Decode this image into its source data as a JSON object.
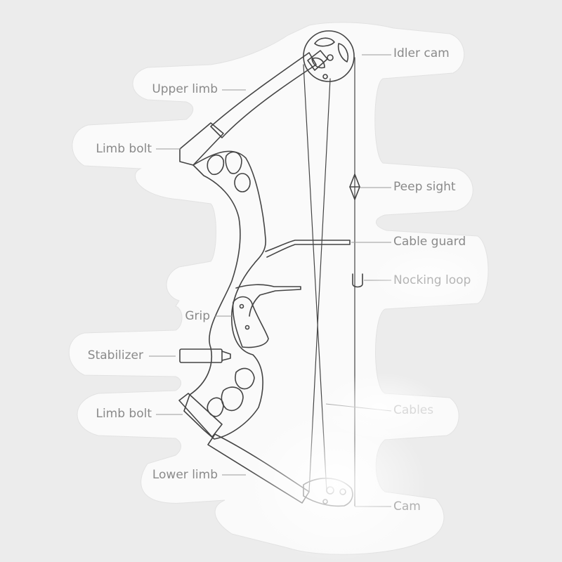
{
  "labels": {
    "idler_cam": "Idler cam",
    "upper_limb": "Upper limb",
    "limb_bolt_top": "Limb bolt",
    "peep_sight": "Peep sight",
    "cable_guard": "Cable guard",
    "nocking_loop": "Nocking loop",
    "grip": "Grip",
    "stabilizer": "Stabilizer",
    "limb_bolt_bottom": "Limb bolt",
    "cables": "Cables",
    "lower_limb": "Lower limb",
    "cam": "Cam"
  },
  "colors": {
    "background": "#ececec",
    "sticker": "#fafafa",
    "line": "#444444",
    "leader": "#9a9a9a",
    "label": "#8a8a8a"
  }
}
